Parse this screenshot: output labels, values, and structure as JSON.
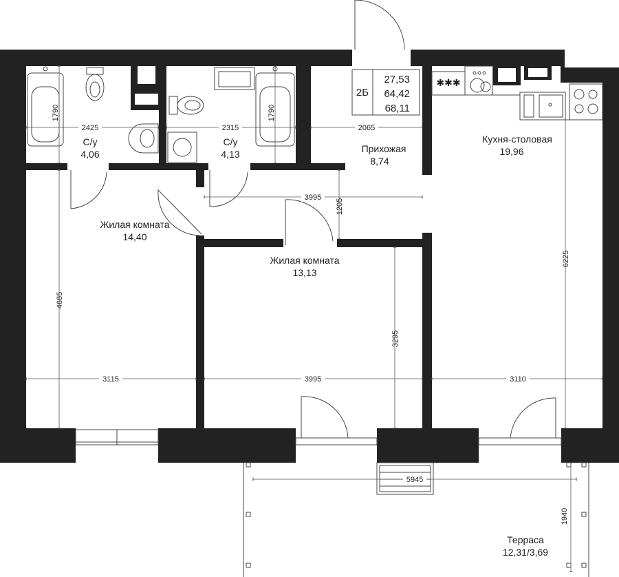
{
  "summary": {
    "apartment_type": "2Б",
    "area_living": "27,53",
    "area_total": "64,42",
    "area_with_terrace": "68,11"
  },
  "rooms": {
    "bathroom_1": {
      "label": "С/у",
      "area": "4,06"
    },
    "bathroom_2": {
      "label": "С/у",
      "area": "4,13"
    },
    "hall": {
      "label": "Прихожая",
      "area": "8,74"
    },
    "kitchen": {
      "label": "Кухня-столовая",
      "area": "19,96"
    },
    "living_1": {
      "label": "Жилая комната",
      "area": "14,40"
    },
    "living_2": {
      "label": "Жилая комната",
      "area": "13,13"
    },
    "terrace": {
      "label": "Терраса",
      "area": "12,31/3,69"
    }
  },
  "dimensions": {
    "bath1_width": "2425",
    "bath2_width": "2315",
    "hall_width": "2065",
    "tub1_length": "1790",
    "tub2_length": "1790",
    "corridor_width": "3995",
    "corridor_depth": "1205",
    "living1_width": "3115",
    "living1_depth": "4685",
    "living2_width": "3995",
    "living2_depth": "3295",
    "kitchen_width": "3110",
    "kitchen_depth": "6225",
    "terrace_width": "5945",
    "terrace_depth": "1940"
  },
  "colors": {
    "wall": "#222222",
    "line": "#444444",
    "text": "#222222"
  },
  "icons": {
    "bathtub": "bathtub-icon",
    "toilet": "toilet-icon",
    "sink": "sink-icon",
    "washer": "washing-machine-icon",
    "stove": "stove-icon",
    "boiler": "boiler-icon"
  }
}
